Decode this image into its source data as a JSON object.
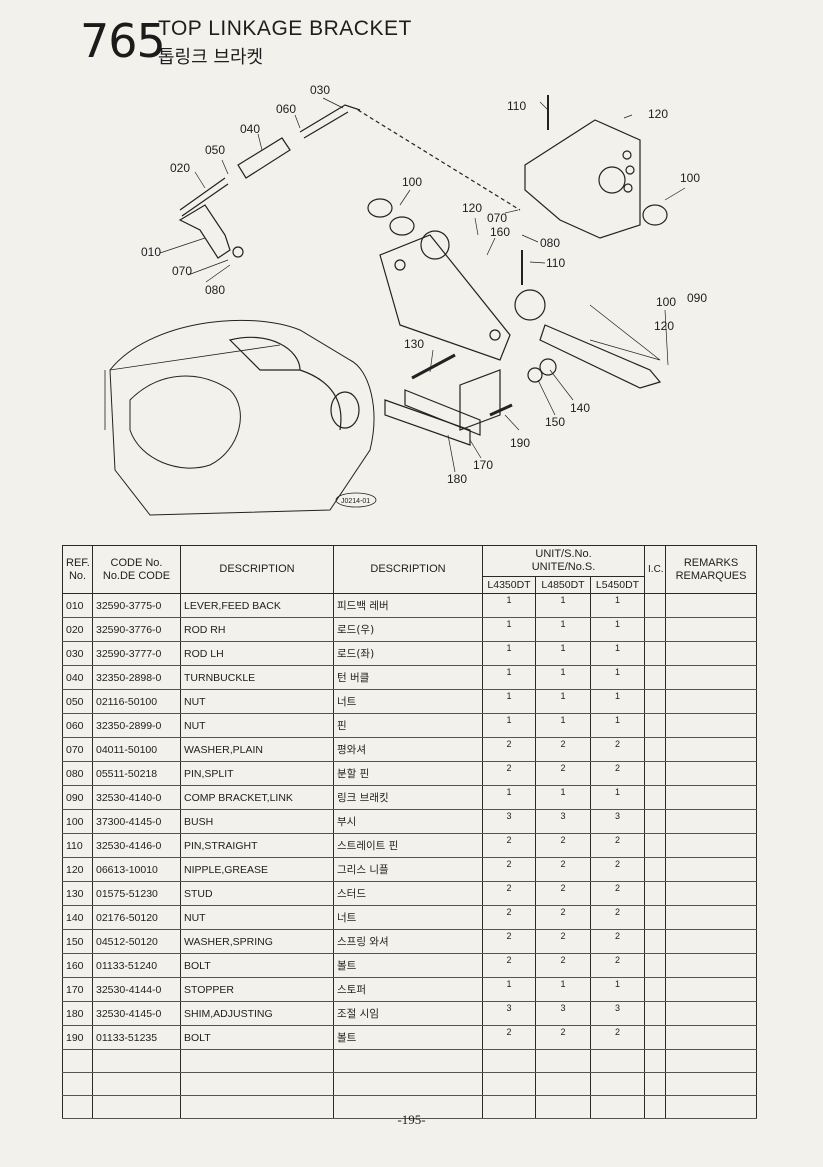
{
  "header": {
    "number": "765",
    "title": "TOP LINKAGE BRACKET",
    "title_kr": "톱링크 브라켓"
  },
  "diagram": {
    "callouts": [
      "010",
      "020",
      "030",
      "040",
      "050",
      "060",
      "070",
      "080",
      "100",
      "070",
      "080",
      "110",
      "120",
      "100",
      "120",
      "160",
      "110",
      "100",
      "090",
      "120",
      "130",
      "140",
      "150",
      "170",
      "180",
      "190"
    ],
    "stamp": "J0214-01"
  },
  "table": {
    "headers": {
      "ref": "REF.",
      "ref2": "No.",
      "code": "CODE No.",
      "code2": "No.DE CODE",
      "description_en": "DESCRIPTION",
      "description_kr": "DESCRIPTION",
      "unit": "UNIT/S.No.",
      "unit2": "UNITE/No.S.",
      "models": [
        "L4350DT",
        "L4850DT",
        "L5450DT"
      ],
      "ic": "I.C.",
      "remarks": "REMARKS",
      "remarks2": "REMARQUES"
    },
    "rows": [
      {
        "ref": "010",
        "code": "32590-3775-0",
        "desc": "LEVER,FEED BACK",
        "desc_kr": "피드백 레버",
        "q1": "1",
        "q2": "1",
        "q3": "1"
      },
      {
        "ref": "020",
        "code": "32590-3776-0",
        "desc": "ROD RH",
        "desc_kr": "로드(우)",
        "q1": "1",
        "q2": "1",
        "q3": "1"
      },
      {
        "ref": "030",
        "code": "32590-3777-0",
        "desc": "ROD LH",
        "desc_kr": "로드(좌)",
        "q1": "1",
        "q2": "1",
        "q3": "1"
      },
      {
        "ref": "040",
        "code": "32350-2898-0",
        "desc": "TURNBUCKLE",
        "desc_kr": "턴 버클",
        "q1": "1",
        "q2": "1",
        "q3": "1"
      },
      {
        "ref": "050",
        "code": "02116-50100",
        "desc": "NUT",
        "desc_kr": "너트",
        "q1": "1",
        "q2": "1",
        "q3": "1"
      },
      {
        "ref": "060",
        "code": "32350-2899-0",
        "desc": "NUT",
        "desc_kr": "핀",
        "q1": "1",
        "q2": "1",
        "q3": "1"
      },
      {
        "ref": "070",
        "code": "04011-50100",
        "desc": "WASHER,PLAIN",
        "desc_kr": "평와셔",
        "q1": "2",
        "q2": "2",
        "q3": "2"
      },
      {
        "ref": "080",
        "code": "05511-50218",
        "desc": "PIN,SPLIT",
        "desc_kr": "분할 핀",
        "q1": "2",
        "q2": "2",
        "q3": "2"
      },
      {
        "ref": "090",
        "code": "32530-4140-0",
        "desc": "COMP BRACKET,LINK",
        "desc_kr": "링크 브래킷",
        "q1": "1",
        "q2": "1",
        "q3": "1"
      },
      {
        "ref": "100",
        "code": "37300-4145-0",
        "desc": "BUSH",
        "desc_kr": "부시",
        "q1": "3",
        "q2": "3",
        "q3": "3"
      },
      {
        "ref": "110",
        "code": "32530-4146-0",
        "desc": "PIN,STRAIGHT",
        "desc_kr": "스트레이트 핀",
        "q1": "2",
        "q2": "2",
        "q3": "2"
      },
      {
        "ref": "120",
        "code": "06613-10010",
        "desc": "NIPPLE,GREASE",
        "desc_kr": "그리스 니플",
        "q1": "2",
        "q2": "2",
        "q3": "2"
      },
      {
        "ref": "130",
        "code": "01575-51230",
        "desc": "STUD",
        "desc_kr": "스터드",
        "q1": "2",
        "q2": "2",
        "q3": "2"
      },
      {
        "ref": "140",
        "code": "02176-50120",
        "desc": "NUT",
        "desc_kr": "너트",
        "q1": "2",
        "q2": "2",
        "q3": "2"
      },
      {
        "ref": "150",
        "code": "04512-50120",
        "desc": "WASHER,SPRING",
        "desc_kr": "스프링 와셔",
        "q1": "2",
        "q2": "2",
        "q3": "2"
      },
      {
        "ref": "160",
        "code": "01133-51240",
        "desc": "BOLT",
        "desc_kr": "볼트",
        "q1": "2",
        "q2": "2",
        "q3": "2"
      },
      {
        "ref": "170",
        "code": "32530-4144-0",
        "desc": "STOPPER",
        "desc_kr": "스토퍼",
        "q1": "1",
        "q2": "1",
        "q3": "1"
      },
      {
        "ref": "180",
        "code": "32530-4145-0",
        "desc": "SHIM,ADJUSTING",
        "desc_kr": "조절 시임",
        "q1": "3",
        "q2": "3",
        "q3": "3"
      },
      {
        "ref": "190",
        "code": "01133-51235",
        "desc": "BOLT",
        "desc_kr": "볼트",
        "q1": "2",
        "q2": "2",
        "q3": "2"
      }
    ]
  },
  "footer": {
    "page": "-195-"
  }
}
